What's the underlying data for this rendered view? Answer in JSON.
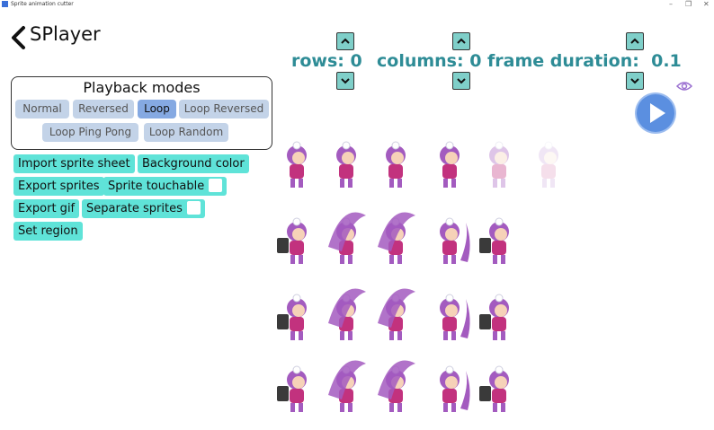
{
  "window": {
    "title": "Sprite animation cutter",
    "min": "–",
    "max": "❐",
    "close": "✕"
  },
  "header": {
    "title": "SPlayer"
  },
  "params": [
    {
      "label": "rows:",
      "value": "0"
    },
    {
      "label": "columns:",
      "value": "0"
    },
    {
      "label": "frame duration:",
      "value": "0.1"
    }
  ],
  "playback": {
    "title": "Playback modes",
    "modes": [
      "Normal",
      "Reversed",
      "Loop",
      "Loop Reversed",
      "Loop Ping Pong",
      "Loop Random"
    ],
    "selected": "Loop"
  },
  "tools": {
    "import": "Import sprite sheet",
    "background": "Background color",
    "export_sprites": "Export sprites",
    "sprite_touchable": "Sprite touchable",
    "export_gif": "Export gif",
    "separate_sprites": "Separate sprites",
    "set_region": "Set region"
  },
  "colors": {
    "accent": "#2e8c96",
    "button": "#5fe3d8",
    "mode": "#c3d3e8",
    "mode_active": "#85a9e2",
    "play": "#5b8fe0",
    "character": "#a35bbf"
  }
}
